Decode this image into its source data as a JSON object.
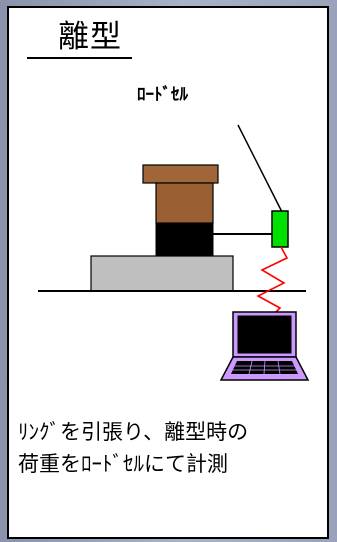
{
  "title": "離型",
  "loadcell_label": "ﾛｰﾄﾞｾﾙ",
  "caption": {
    "line1": "ﾘﾝｸﾞを引張り、離型時の",
    "line2": "荷重をﾛｰﾄﾞｾﾙにて計測"
  },
  "colors": {
    "background": "#9aa2bb",
    "panel": "#ffffff",
    "mold_top": "#a0663a",
    "mold_body": "#9a6033",
    "ring": "#000000",
    "base": "#bfbfbf",
    "load_cell": "#00e000",
    "cable": "#ff0000",
    "laptop": "#cc99ff"
  },
  "icons": [
    "load-cell-icon",
    "laptop-icon"
  ]
}
